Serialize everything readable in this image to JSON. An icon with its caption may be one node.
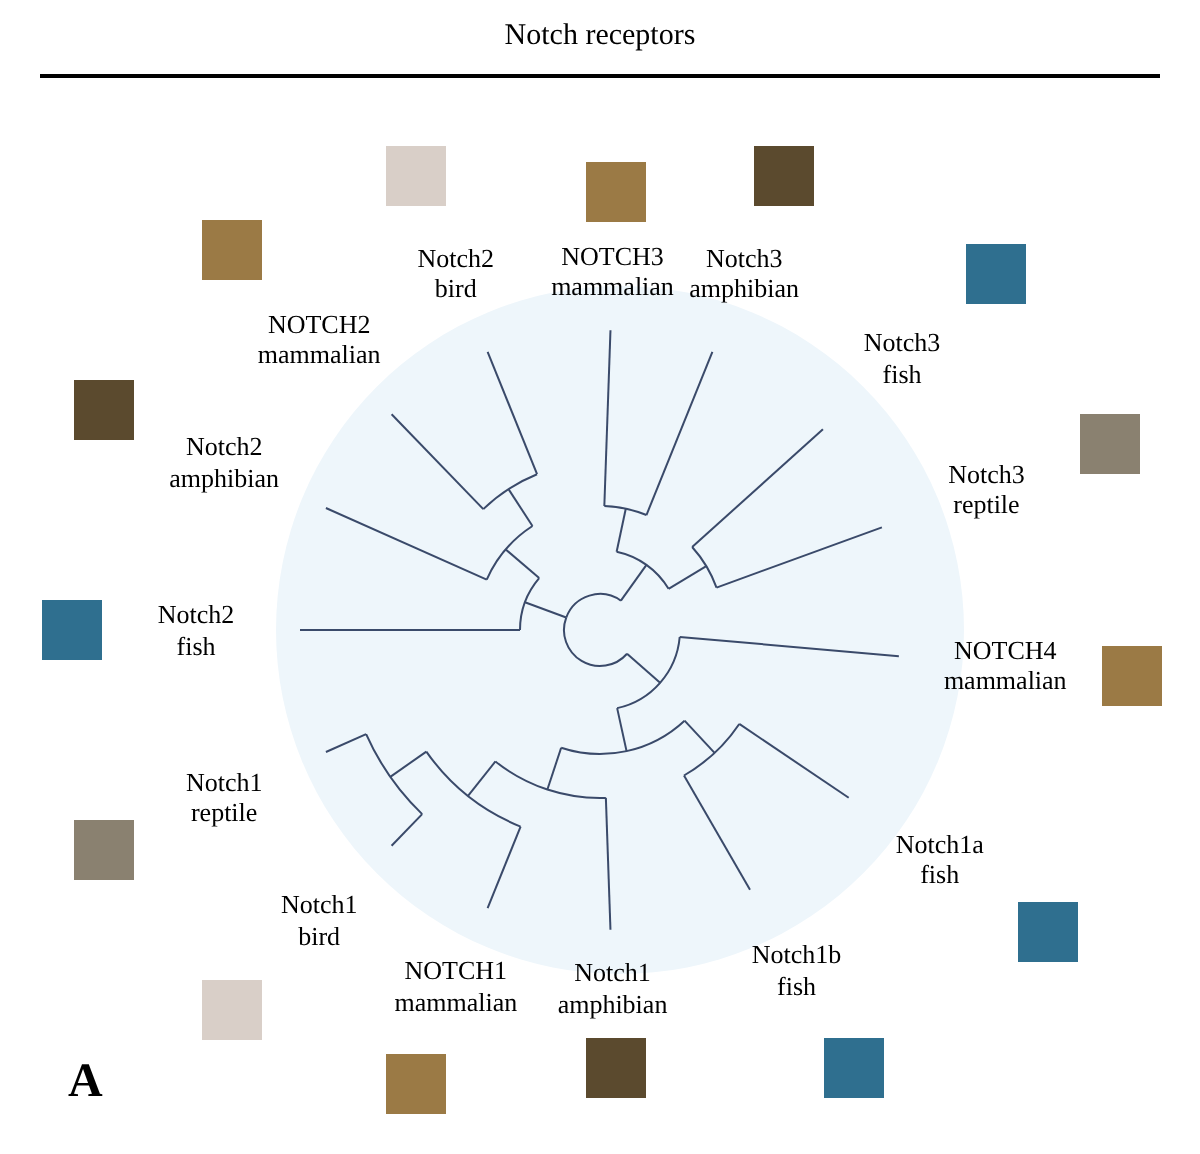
{
  "diagram": {
    "title": "Notch receptors",
    "nodes": [
      {
        "text": [
          "NOTCH3 mammalian"
        ]
      },
      {
        "text": [
          "Notch2 bird"
        ]
      },
      {
        "text": [
          "Notch3 amphibian"
        ]
      },
      {
        "text": [
          "NOTCH2 mammalian"
        ]
      },
      {
        "text": [
          "Notch3 fish"
        ]
      },
      {
        "text": [
          "Notch2 amphibian"
        ]
      },
      {
        "text": [
          "Notch3 reptile"
        ]
      },
      {
        "text": [
          "Notch2 fish"
        ]
      },
      {
        "text": [
          "NOTCH4 mammalian"
        ]
      },
      {
        "text": [
          "Notch1 reptile"
        ]
      },
      {
        "text": [
          "Notch1a fish"
        ]
      },
      {
        "text": [
          "Notch1 bird"
        ]
      },
      {
        "text": [
          "Notch1b fish"
        ]
      },
      {
        "text": [
          "NOTCH1 mammalian"
        ]
      },
      {
        "text": [
          "Notch1 amphibian"
        ]
      }
    ],
    "labels": [
      "A"
    ]
  }
}
